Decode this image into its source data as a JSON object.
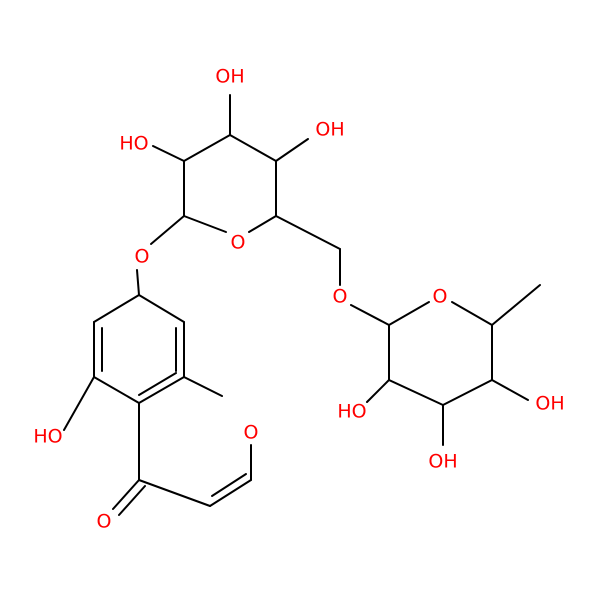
{
  "labels": {
    "oh_glc_top": "OH",
    "oh_glc_left": "HO",
    "oh_glc_right": "OH",
    "o_glc_ring": "O",
    "o_glycosidic": "O",
    "o_linker": "O",
    "o_rha_ring": "O",
    "oh_rha_left": "HO",
    "oh_rha_bottom": "OH",
    "oh_rha_right": "OH",
    "oh_chromone": "HO",
    "o_chromone_ring": "O",
    "o_carbonyl": "O"
  },
  "colors": {
    "bond": "#000000",
    "heteroatom": "#ff0000"
  }
}
